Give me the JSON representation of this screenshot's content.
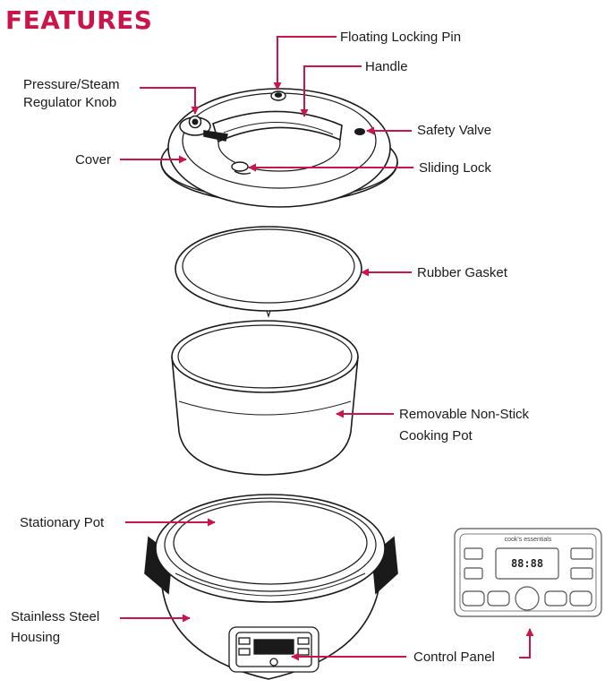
{
  "title": "FEATURES",
  "labels": {
    "floating_locking_pin": "Floating Locking Pin",
    "handle": "Handle",
    "pressure_regulator_line1": "Pressure/Steam",
    "pressure_regulator_line2": "Regulator Knob",
    "safety_valve": "Safety Valve",
    "cover": "Cover",
    "sliding_lock": "Sliding Lock",
    "rubber_gasket": "Rubber Gasket",
    "cooking_pot_line1": "Removable Non-Stick",
    "cooking_pot_line2": "Cooking Pot",
    "stationary_pot": "Stationary Pot",
    "housing_line1": "Stainless Steel",
    "housing_line2": "Housing",
    "control_panel": "Control Panel"
  },
  "control_panel_inset": {
    "brand": "cook's essentials",
    "display": "88:88"
  },
  "colors": {
    "accent": "#c8154a",
    "line": "#1a1a1a"
  }
}
